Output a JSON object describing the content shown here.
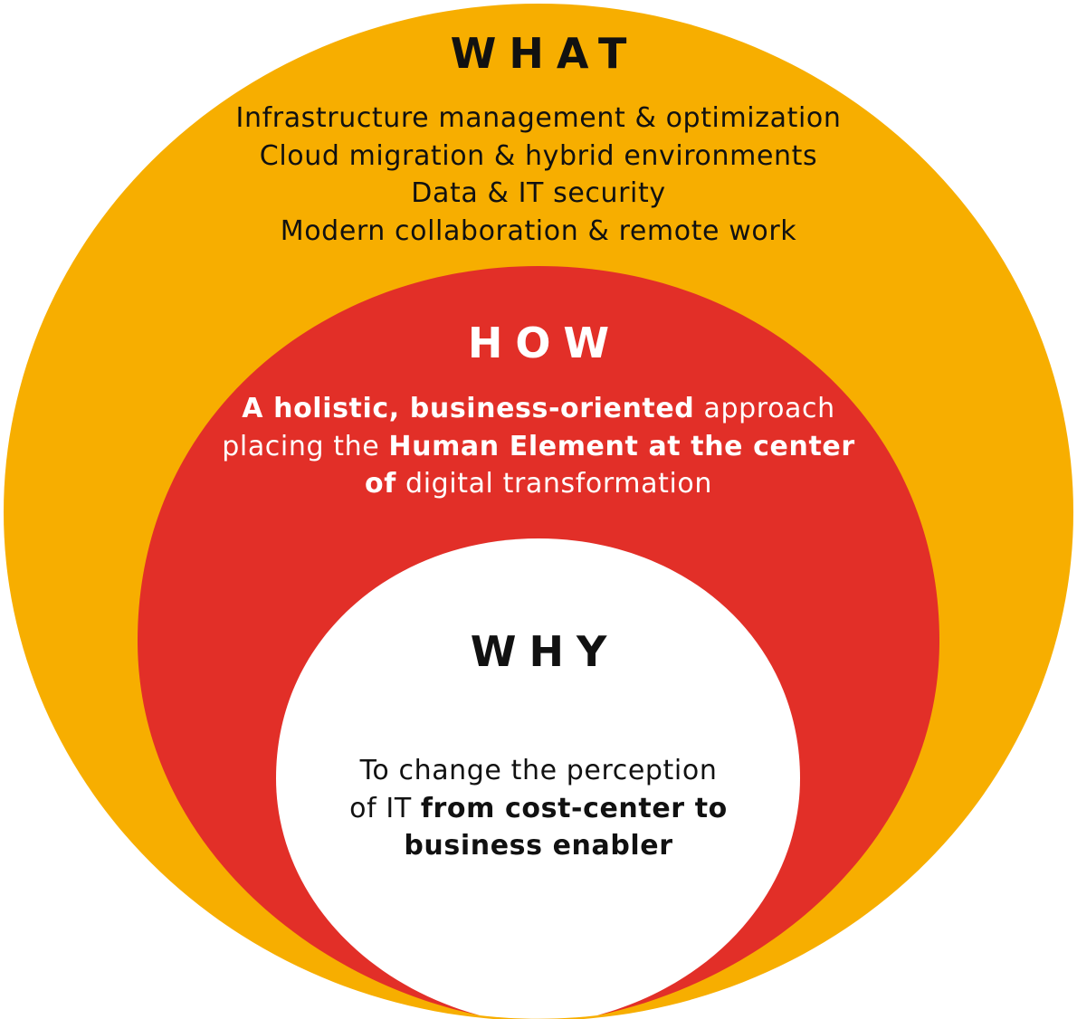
{
  "colors": {
    "outer_layer": "#F7AE00",
    "middle_layer": "#E22F28",
    "inner_layer": "#FFFFFF",
    "dark_text": "#111111",
    "light_text": "#FFFFFF"
  },
  "what": {
    "title": "WHAT",
    "items": [
      "Infrastructure management & optimization",
      "Cloud migration & hybrid environments",
      "Data & IT security",
      "Modern collaboration & remote work"
    ]
  },
  "how": {
    "title": "HOW",
    "lines": [
      [
        {
          "text": "A holistic, business-oriented",
          "bold": true
        },
        {
          "text": " approach",
          "bold": false
        }
      ],
      [
        {
          "text": "placing the ",
          "bold": false
        },
        {
          "text": "Human Element at the center",
          "bold": true
        }
      ],
      [
        {
          "text": "of",
          "bold": true
        },
        {
          "text": " digital transformation",
          "bold": false
        }
      ]
    ]
  },
  "why": {
    "title": "WHY",
    "lines": [
      [
        {
          "text": "To change the perception",
          "bold": false
        }
      ],
      [
        {
          "text": "of IT ",
          "bold": false
        },
        {
          "text": "from cost-center to",
          "bold": true
        }
      ],
      [
        {
          "text": "business enabler",
          "bold": true
        }
      ]
    ]
  }
}
